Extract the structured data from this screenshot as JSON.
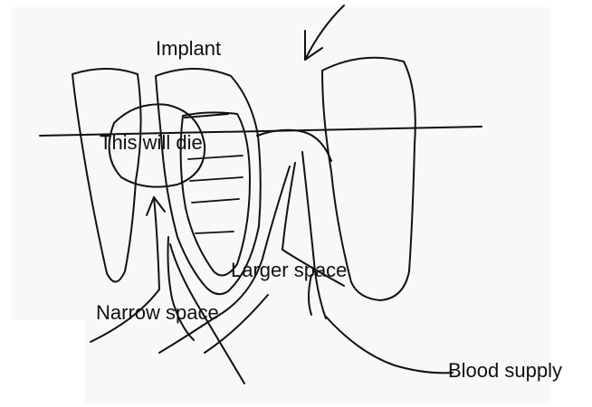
{
  "colors": {
    "background": "#ffffff",
    "paper": "#f8f8f8",
    "ink": "#111111"
  },
  "labels": {
    "implant": "Implant",
    "this_will_die": "This will die",
    "larger_space": "Larger space",
    "narrow_space": "Narrow space",
    "blood_supply": "Blood supply"
  }
}
